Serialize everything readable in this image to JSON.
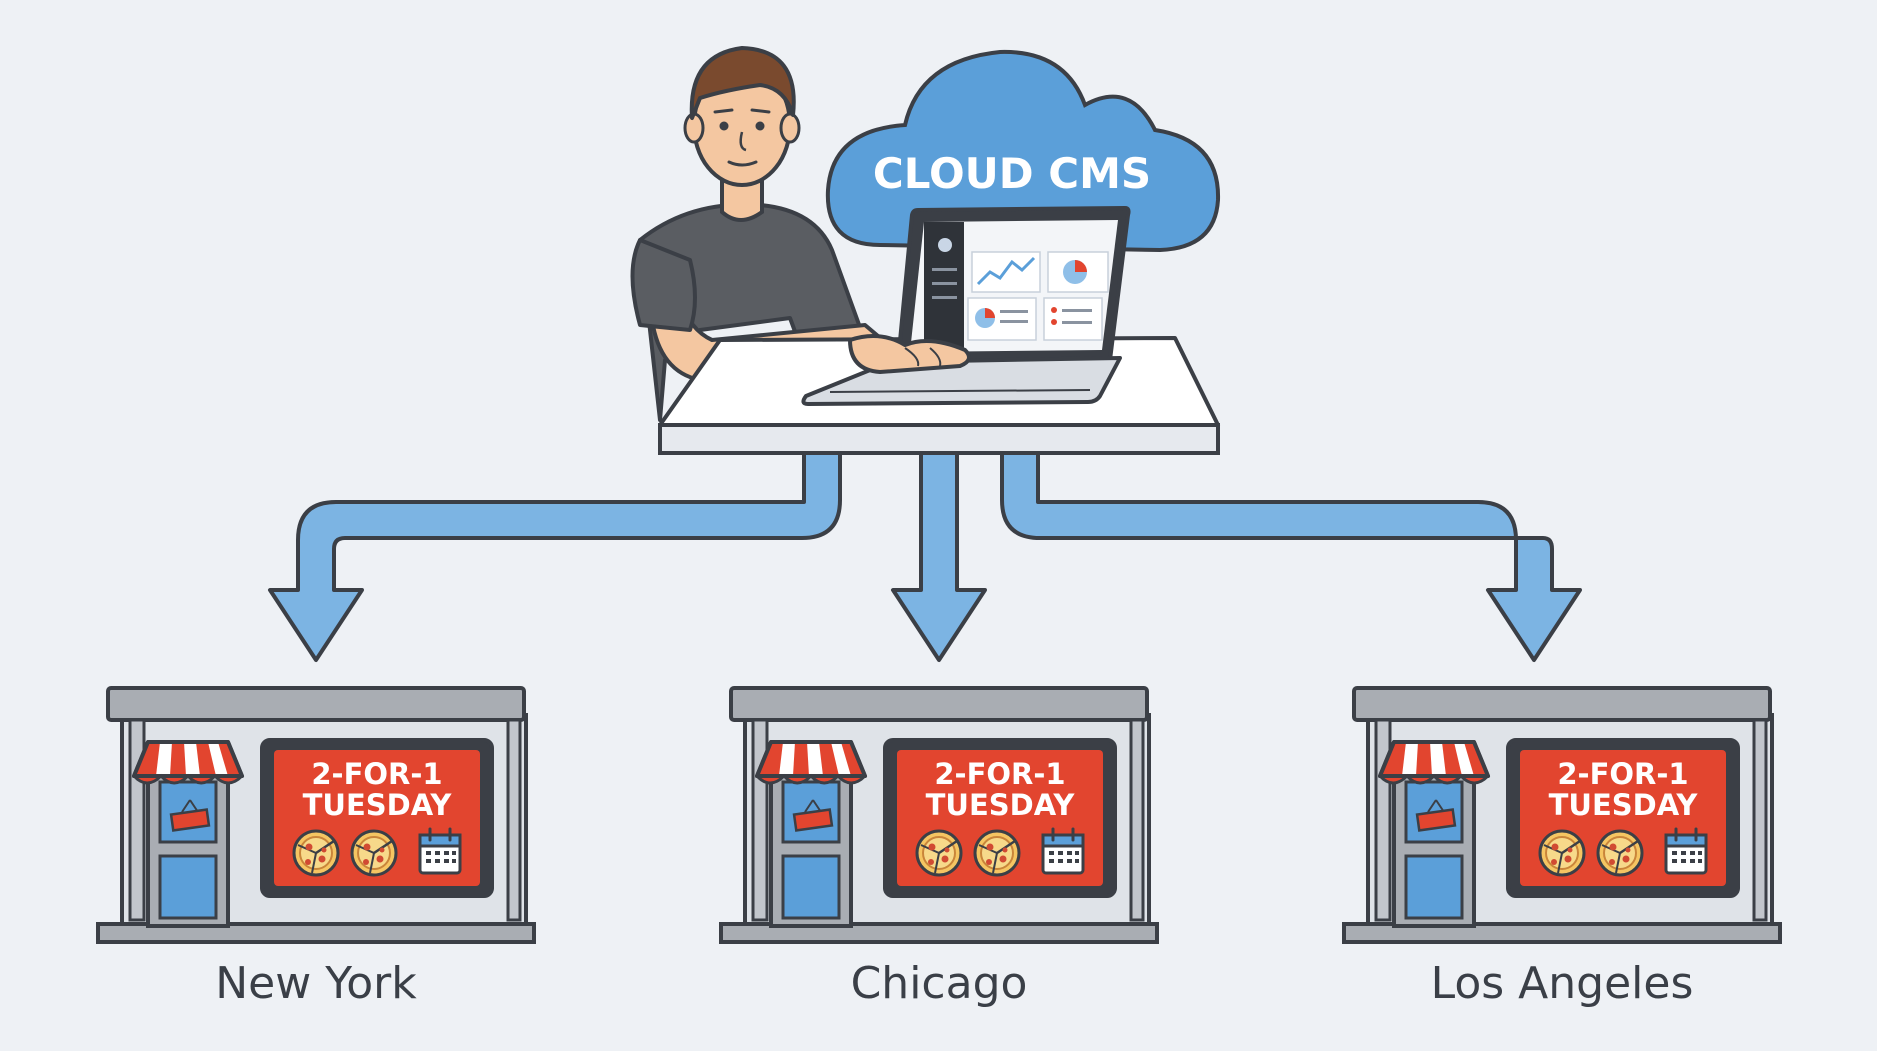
{
  "cloud": {
    "label": "CLOUD CMS",
    "icon": "cloud-icon"
  },
  "operator": {
    "icon": "person-at-laptop-icon",
    "laptop_icon": "laptop-dashboard-icon"
  },
  "stores": [
    {
      "city": "New York",
      "sign_line1": "2-FOR-1",
      "sign_line2": "TUESDAY",
      "icons": [
        "pizza-icon",
        "pizza-icon",
        "calendar-icon"
      ]
    },
    {
      "city": "Chicago",
      "sign_line1": "2-FOR-1",
      "sign_line2": "TUESDAY",
      "icons": [
        "pizza-icon",
        "pizza-icon",
        "calendar-icon"
      ]
    },
    {
      "city": "Los Angeles",
      "sign_line1": "2-FOR-1",
      "sign_line2": "TUESDAY",
      "icons": [
        "pizza-icon",
        "pizza-icon",
        "calendar-icon"
      ]
    }
  ],
  "colors": {
    "background": "#eef1f5",
    "cloud": "#5b9fd9",
    "arrow": "#7cb4e3",
    "sign": "#e2452f",
    "awning": "#e2452f",
    "window": "#5b9fd9",
    "outline": "#3b3f46",
    "shirt": "#5a5d62",
    "skin": "#f4c7a1",
    "hair": "#7a4a2e"
  }
}
